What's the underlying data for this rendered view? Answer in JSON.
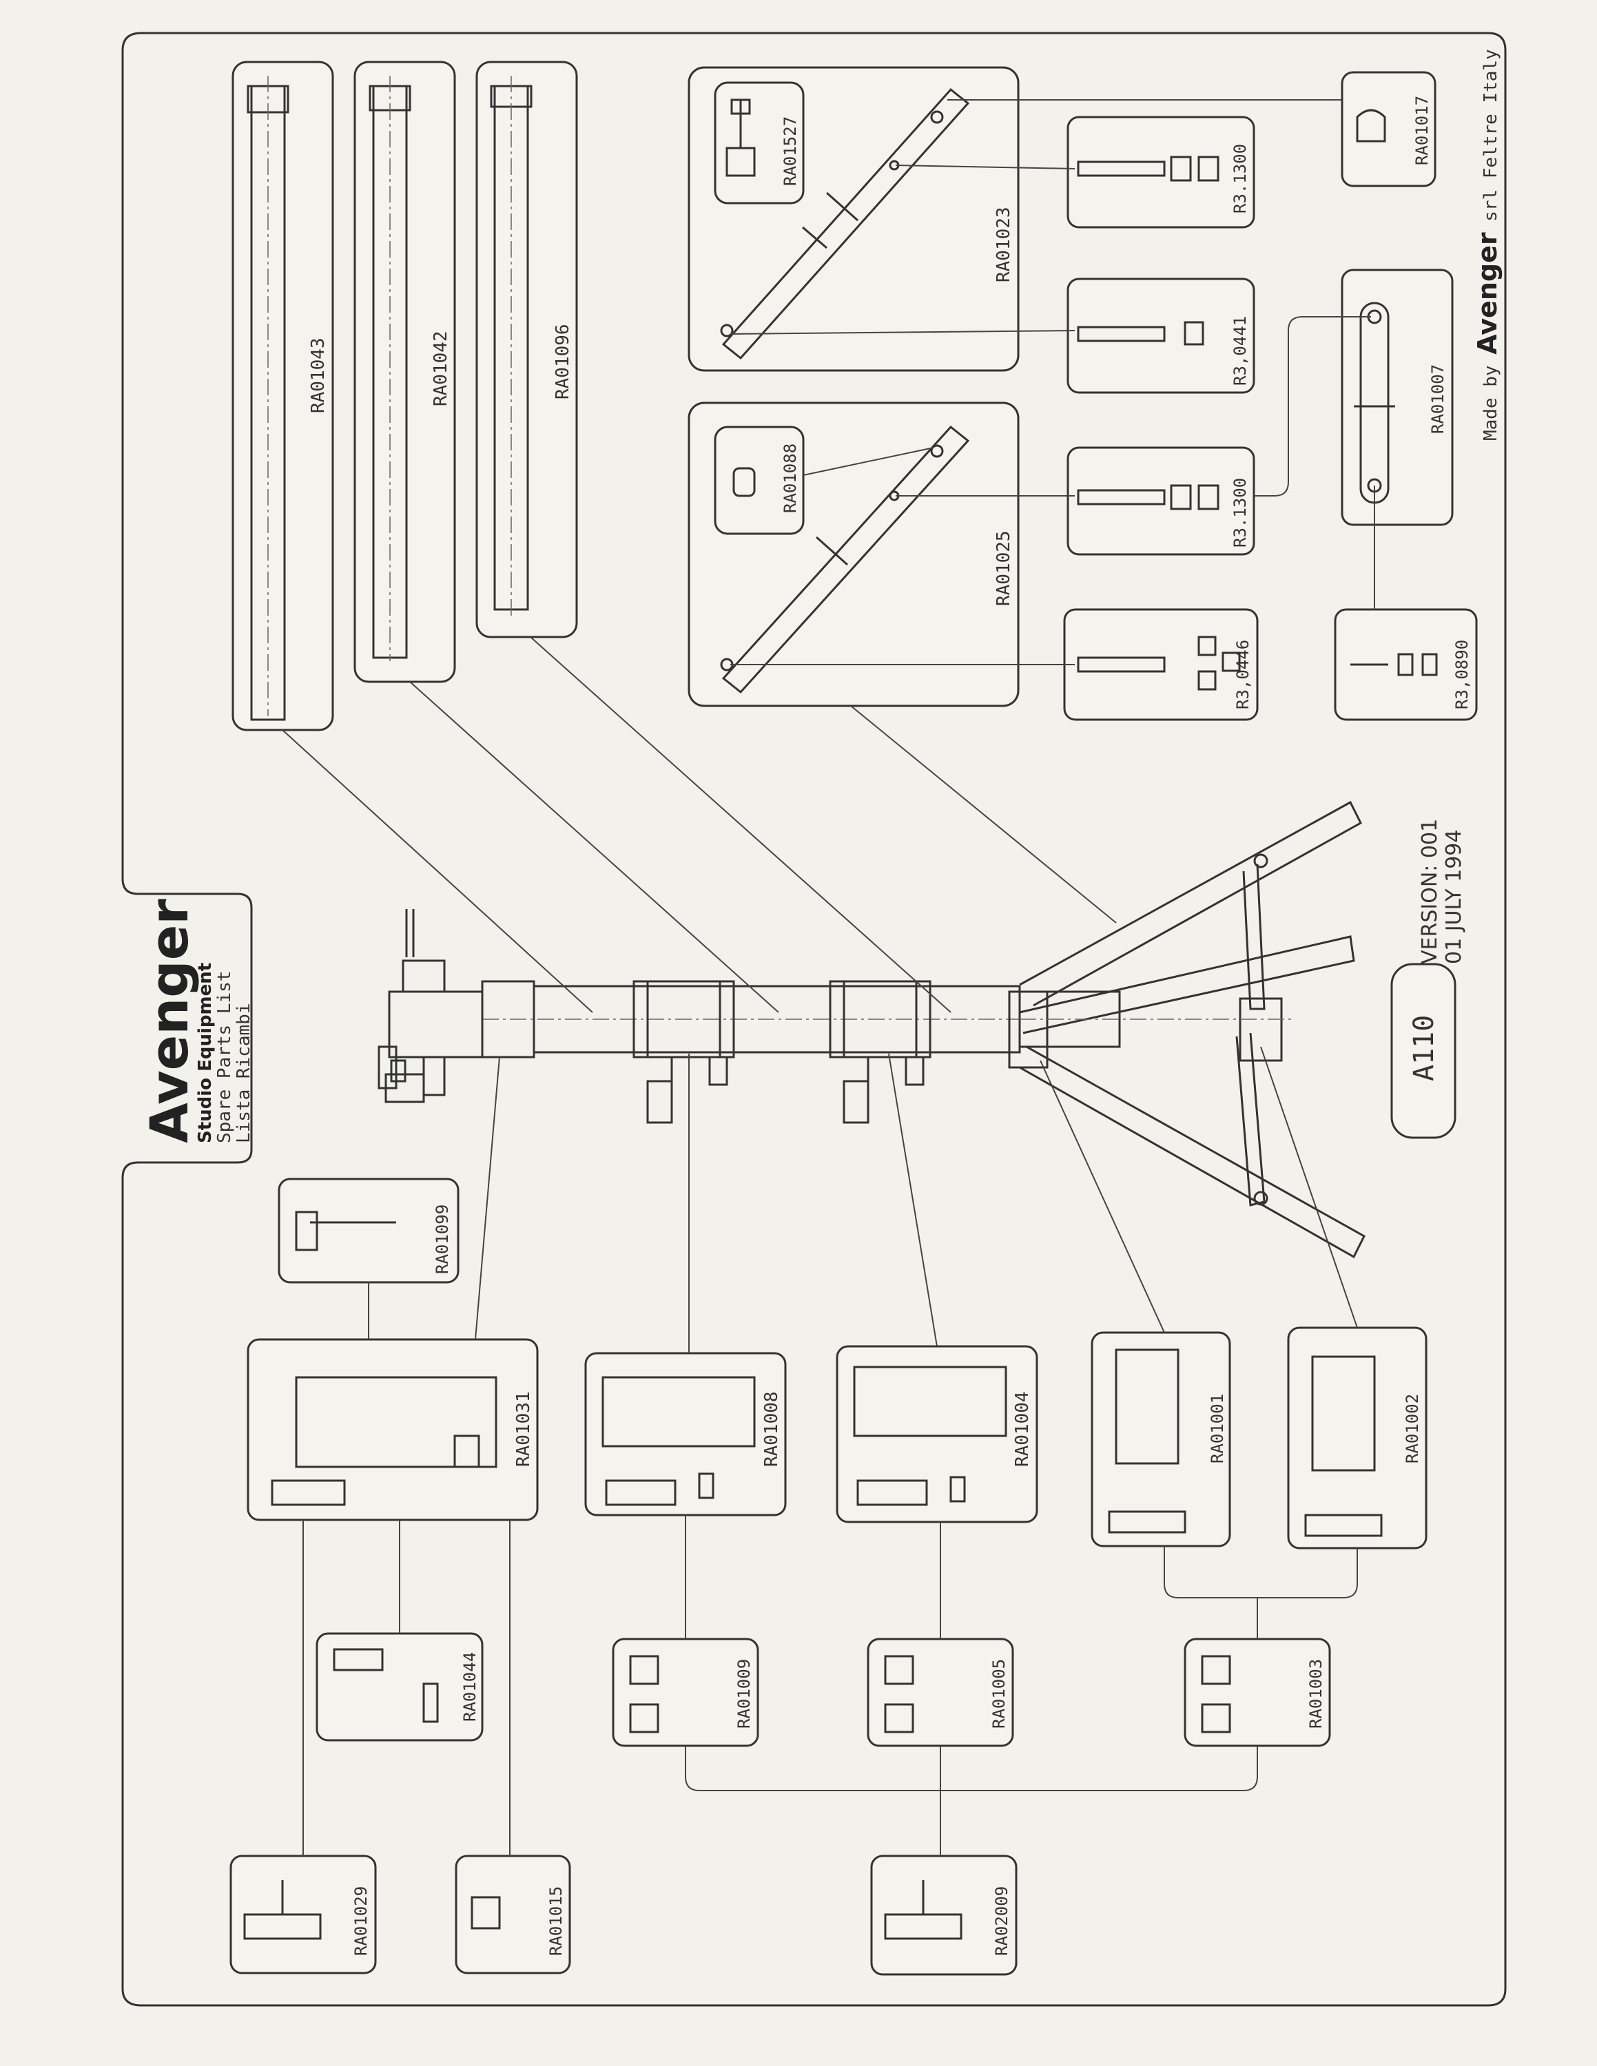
{
  "brand": {
    "logo": "Avenger",
    "subtitle": "Studio Equipment",
    "title_en": "Spare Parts List",
    "title_it": "Lista Ricambi"
  },
  "model": "A110",
  "version": {
    "line1": "VERSION: 001",
    "line2": "01 JULY 1994"
  },
  "maker": {
    "prefix": "Made by",
    "name": "Avenger",
    "suffix": "srl  Feltre Italy"
  },
  "parts": [
    {
      "code": "RA01043"
    },
    {
      "code": "RA01042"
    },
    {
      "code": "RA01096"
    },
    {
      "code": "RA01527"
    },
    {
      "code": "RA01023"
    },
    {
      "code": "RA01088"
    },
    {
      "code": "RA01025"
    },
    {
      "code": "RA01017"
    },
    {
      "code": "R3.1300"
    },
    {
      "code": "R3,0441"
    },
    {
      "code": "R3.1300"
    },
    {
      "code": "RA01007"
    },
    {
      "code": "R3,0446"
    },
    {
      "code": "R3,0890"
    },
    {
      "code": "RA01099"
    },
    {
      "code": "RA01031"
    },
    {
      "code": "RA01008"
    },
    {
      "code": "RA01004"
    },
    {
      "code": "RA01001"
    },
    {
      "code": "RA01002"
    },
    {
      "code": "RA01044"
    },
    {
      "code": "RA01009"
    },
    {
      "code": "RA01005"
    },
    {
      "code": "RA01003"
    },
    {
      "code": "RA01029"
    },
    {
      "code": "RA01015"
    },
    {
      "code": "RA02009"
    }
  ]
}
